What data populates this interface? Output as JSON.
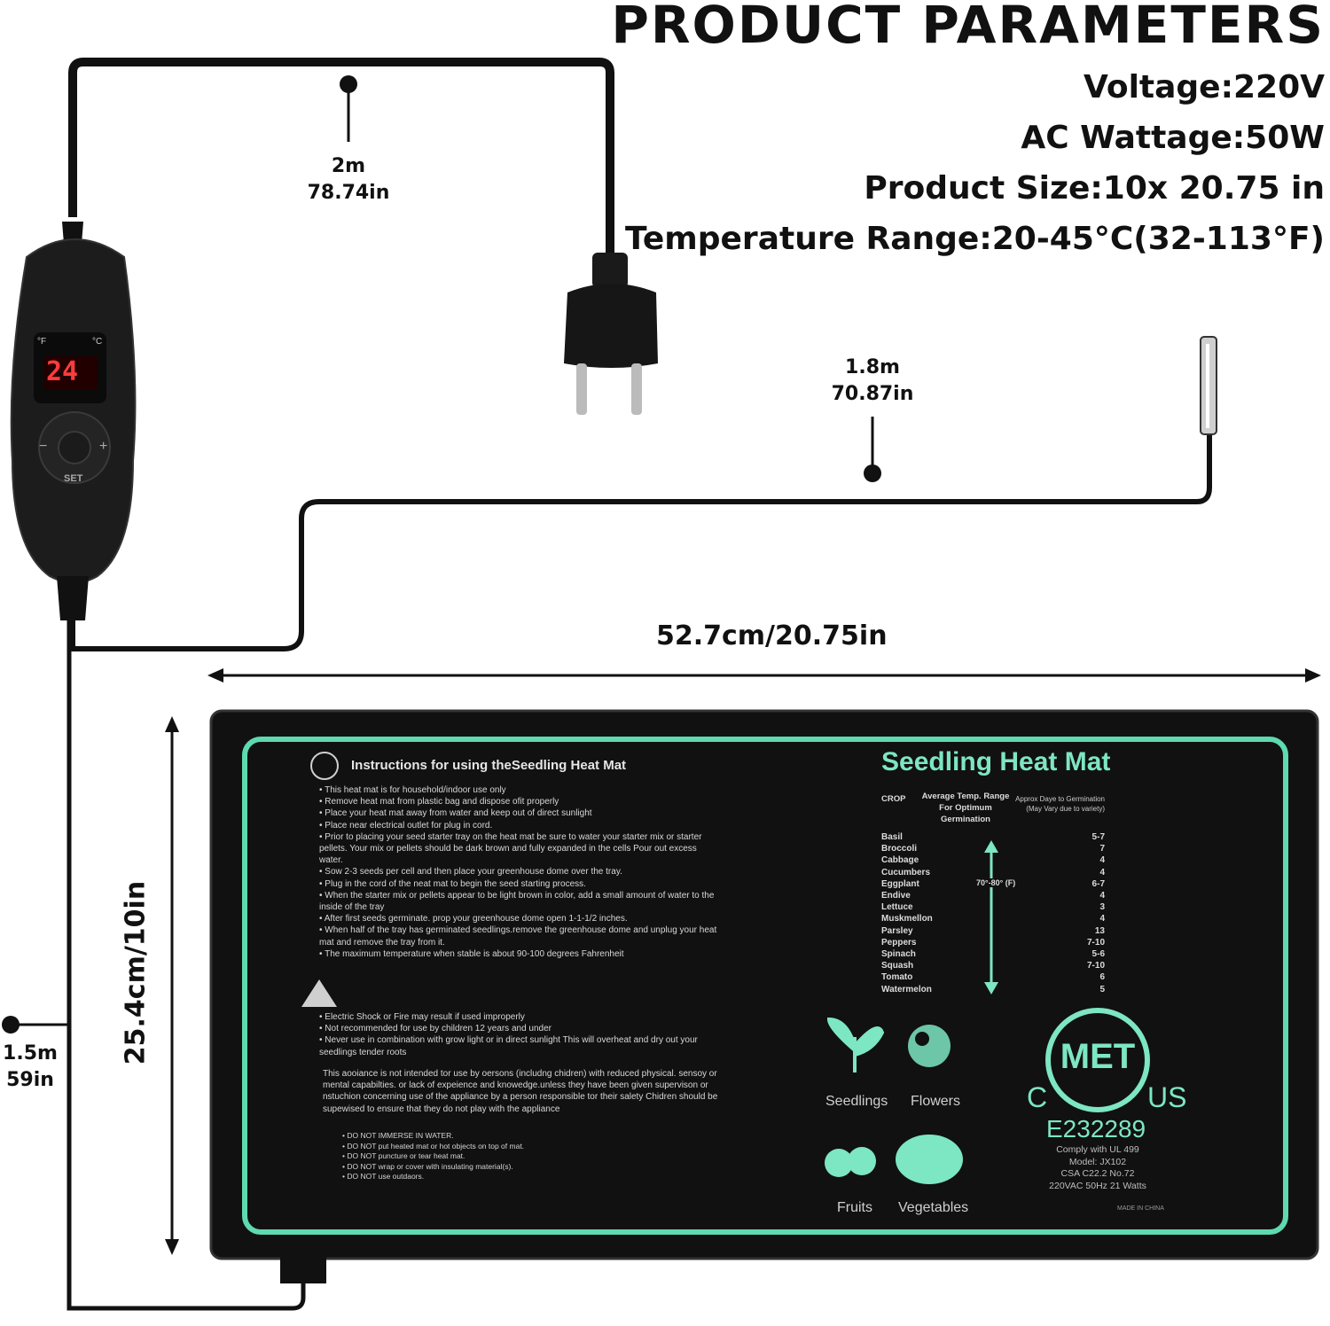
{
  "header": {
    "title": "PRODUCT PARAMETERS",
    "params": [
      "Voltage:220V",
      "AC Wattage:50W",
      "Product Size:10x 20.75 in",
      "Temperature Range:20-45°C(32-113°F)"
    ]
  },
  "dimensions": {
    "cord_top": {
      "m": "2m",
      "in": "78.74in"
    },
    "cord_probe": {
      "m": "1.8m",
      "in": "70.87in"
    },
    "cord_mat": {
      "m": "1.5m",
      "in": "59in"
    },
    "width": "52.7cm/20.75in",
    "height": "25.4cm/10in"
  },
  "controller": {
    "display": "24",
    "unit_f": "°F",
    "unit_c": "°C",
    "set_label": "SET",
    "minus": "−",
    "plus": "+"
  },
  "mat": {
    "instructions_title": "Instructions for using theSeedling Heat Mat",
    "instructions": [
      "This heat mat is for household/indoor use only",
      "Remove heat mat from plastic bag and dispose ofit properly",
      "Place your heat mat away from water and keep out of direct sunlight",
      "Place near electrical outlet for plug in cord.",
      "Prior to placing your seed starter tray on the heat mat be sure to water your starter mix or starter pellets. Your mix or pellets should be dark brown and fully expanded in the cells Pour out excess water.",
      "Sow 2-3 seeds per cell and then place your greenhouse dome over the tray.",
      "Plug in the cord of the neat mat to begin the seed starting process.",
      "When the starter mix or pellets appear to be light brown in color, add a small amount of water to the inside of the tray",
      "After first seeds germinate. prop your greenhouse dome open 1-1-1/2 inches.",
      "When half of the tray has germinated seedlings.remove the greenhouse dome and unplug your heat mat and remove the tray from it.",
      "The maximum temperature when stable is about 90-100 degrees Fahrenheit"
    ],
    "warnings": [
      "Electric Shock or Fire may result if used improperly",
      "Not recommended for use by children 12 years and under",
      "Never use in combination with grow light or in direct sunlight This will overheat and dry out your seedlings tender roots"
    ],
    "appliance_note": "This aooiance is not intended tor use by oersons (includng chidren) with reduced physical. sensoy or mental capabilties. or lack of expeience and knowedge.unless they have been given supervison or nstuchion concerning use of the appliance by a person responsible tor their salety Chidren should be supewised to ensure that they do not play with the appliance",
    "do_not": [
      "DO NOT IMMERSE IN WATER.",
      "DO NOT put heated mat or hot objects on top of mat.",
      "DO NOT puncture or tear heat mat.",
      "DO NOT wrap or cover with insulating material(s).",
      "DO NOT use outdaors."
    ],
    "product_title": "Seedling Heat Mat",
    "table_headers": {
      "crop": "CROP",
      "temp": "Average Temp. Range For Optimum Germination",
      "days": "Approx Daye to Germination (May Vary due to variety)"
    },
    "temp_range": "70°-80° (F)",
    "crops": [
      {
        "name": "Basil",
        "days": "5-7"
      },
      {
        "name": "Broccoli",
        "days": "7"
      },
      {
        "name": "Cabbage",
        "days": "4"
      },
      {
        "name": "Cucumbers",
        "days": "4"
      },
      {
        "name": "Eggplant",
        "days": "6-7"
      },
      {
        "name": "Endive",
        "days": "4"
      },
      {
        "name": "Lettuce",
        "days": "3"
      },
      {
        "name": "Muskmellon",
        "days": "4"
      },
      {
        "name": "Parsley",
        "days": "13"
      },
      {
        "name": "Peppers",
        "days": "7-10"
      },
      {
        "name": "Spinach",
        "days": "5-6"
      },
      {
        "name": "Squash",
        "days": "7-10"
      },
      {
        "name": "Tomato",
        "days": "6"
      },
      {
        "name": "Watermelon",
        "days": "5"
      }
    ],
    "icons": [
      "Seedlings",
      "Flowers",
      "Fruits",
      "Vegetables"
    ],
    "cert": {
      "logo": "MET",
      "left": "C",
      "right": "US",
      "number": "E232289",
      "lines": [
        "Comply with UL 499",
        "Model: JX102",
        "CSA C22.2 No.72",
        "220VAC 50Hz 21 Watts"
      ],
      "made_in": "MADE IN CHINA"
    }
  },
  "colors": {
    "accent": "#7de6c2",
    "mat": "#111111",
    "border": "#5fd9b0"
  }
}
